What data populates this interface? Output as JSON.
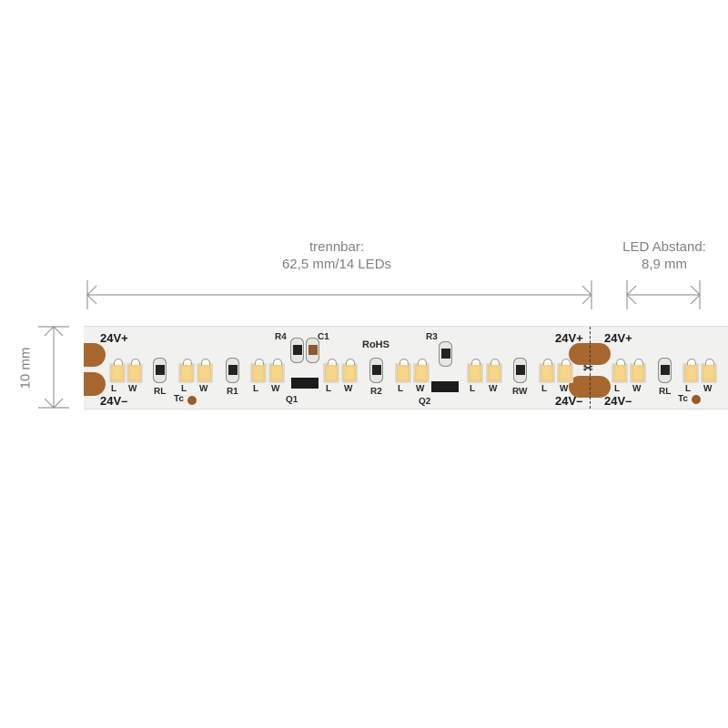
{
  "dimensions": {
    "cut_length": {
      "line1": "trennbar:",
      "line2": "62,5 mm/14 LEDs"
    },
    "led_spacing": {
      "line1": "LED Abstand:",
      "line2": "8,9 mm"
    },
    "height": {
      "label": "10 mm"
    }
  },
  "strip": {
    "polarity": {
      "plus": "24V+",
      "minus": "24V–"
    },
    "led_labels": {
      "l": "L",
      "w": "W"
    },
    "components": {
      "rl": "RL",
      "r1": "R1",
      "r2": "R2",
      "r3": "R3",
      "r4": "R4",
      "rw": "RW",
      "c1": "C1",
      "q1": "Q1",
      "q2": "Q2",
      "tc": "Tc"
    },
    "rohs": "RoHS",
    "colors": {
      "pcb": "#f1f1ef",
      "copper_pad": "#a8672e",
      "led": "#f6d68a",
      "dimension_line": "#9a9a9a"
    }
  }
}
